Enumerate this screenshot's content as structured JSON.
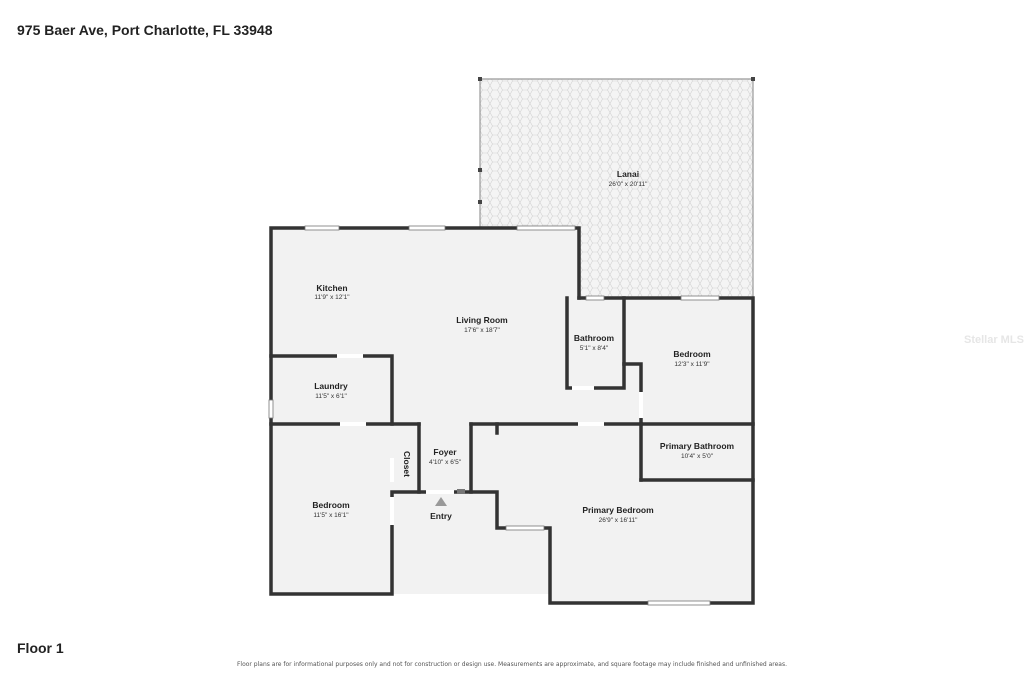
{
  "address": "975 Baer Ave, Port Charlotte, FL 33948",
  "floor_label": "Floor 1",
  "disclaimer": "Floor plans are for informational purposes only and not for construction or design use. Measurements are approximate, and square footage may include finished and unfinished areas.",
  "watermark": "Stellar MLS",
  "rooms": {
    "lanai": {
      "name": "Lanai",
      "dims": "26'0\" x 20'11\""
    },
    "kitchen": {
      "name": "Kitchen",
      "dims": "11'9\" x 12'1\""
    },
    "living_room": {
      "name": "Living Room",
      "dims": "17'6\" x 18'7\""
    },
    "bathroom": {
      "name": "Bathroom",
      "dims": "5'1\" x 8'4\""
    },
    "bedroom_right": {
      "name": "Bedroom",
      "dims": "12'3\" x 11'9\""
    },
    "laundry": {
      "name": "Laundry",
      "dims": "11'5\" x 6'1\""
    },
    "foyer": {
      "name": "Foyer",
      "dims": "4'10\" x 6'5\""
    },
    "closet": {
      "name": "Closet"
    },
    "primary_bathroom": {
      "name": "Primary Bathroom",
      "dims": "10'4\" x 5'0\""
    },
    "bedroom_left": {
      "name": "Bedroom",
      "dims": "11'5\" x 16'1\""
    },
    "primary_bedroom": {
      "name": "Primary Bedroom",
      "dims": "26'9\" x 16'11\""
    }
  },
  "entry_label": "Entry",
  "colors": {
    "wall": "#333333",
    "floor": "#f2f2f2",
    "lanai_pattern": "#d7d7d7"
  }
}
